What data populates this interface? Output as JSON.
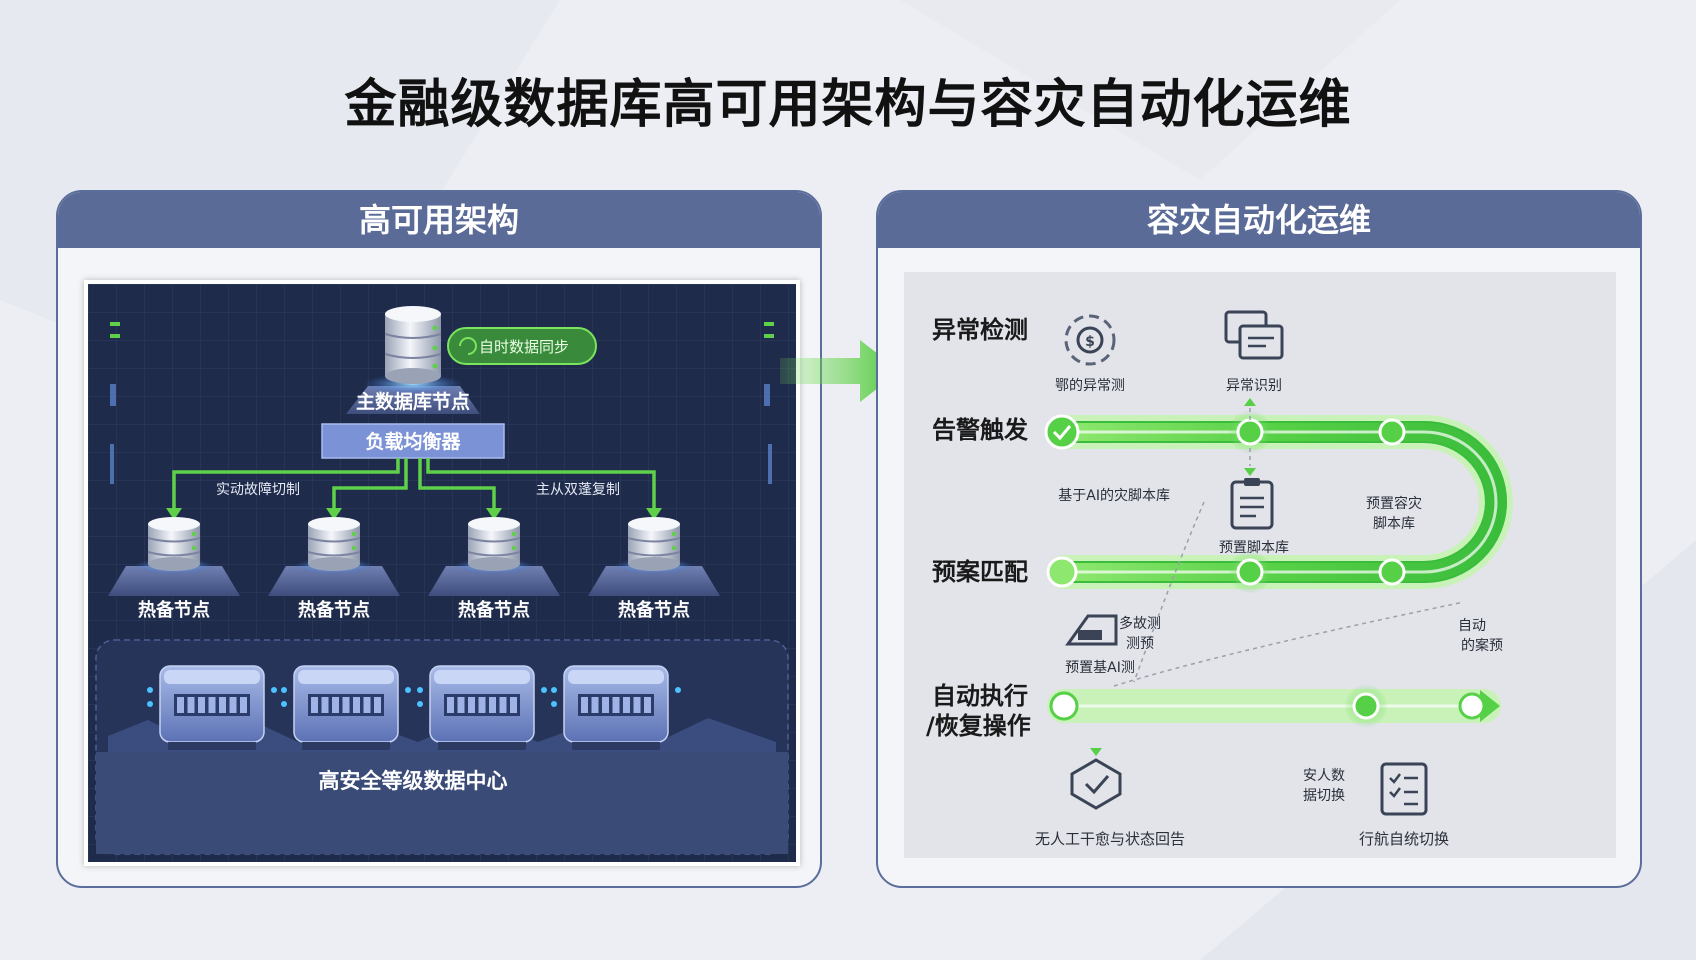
{
  "title": "金融级数据库高可用架构与容灾自动化运维",
  "left_panel": {
    "header": "高可用架构",
    "sync_label": "自时数据同步",
    "master_label": "主数据库节点",
    "lb_label": "负载均衡器",
    "failover_label": "实动故障切制",
    "replication_label": "主从双蓬复制",
    "standby_nodes": [
      "热备节点",
      "热备节点",
      "热备节点",
      "热备节点"
    ],
    "datacenter_label": "高安全等级数据中心"
  },
  "right_panel": {
    "header": "容灾自动化运维",
    "stages": {
      "detect": "异常检测",
      "alert": "告警触发",
      "match": "预案匹配",
      "execute_line1": "自动执行",
      "execute_line2": "/恢复操作"
    },
    "icon_labels": {
      "anomaly_model": "鄂的异常测",
      "anomaly_recognition": "异常识别",
      "ai_script": "基于AI的灾脚本库",
      "preset_script_line1": "预置容灾",
      "preset_script_line2": "脚本库",
      "script_library": "预置脚本库",
      "ai_detect_line1": "多故测",
      "ai_detect_line2": "测预",
      "ai_preset": "预置基AI测",
      "auto_line1": "自动",
      "auto_line2": "的案预",
      "switch_line1": "安人数",
      "switch_line2": "据切换",
      "self_heal": "无人工干愈与状态回告",
      "auto_switch": "行航自统切换"
    }
  },
  "colors": {
    "panel_header": "#5a6b98",
    "arch_bg": "#1f2b4a",
    "accent_green": "#5fd04a",
    "node_blue": "#6d87c9"
  }
}
